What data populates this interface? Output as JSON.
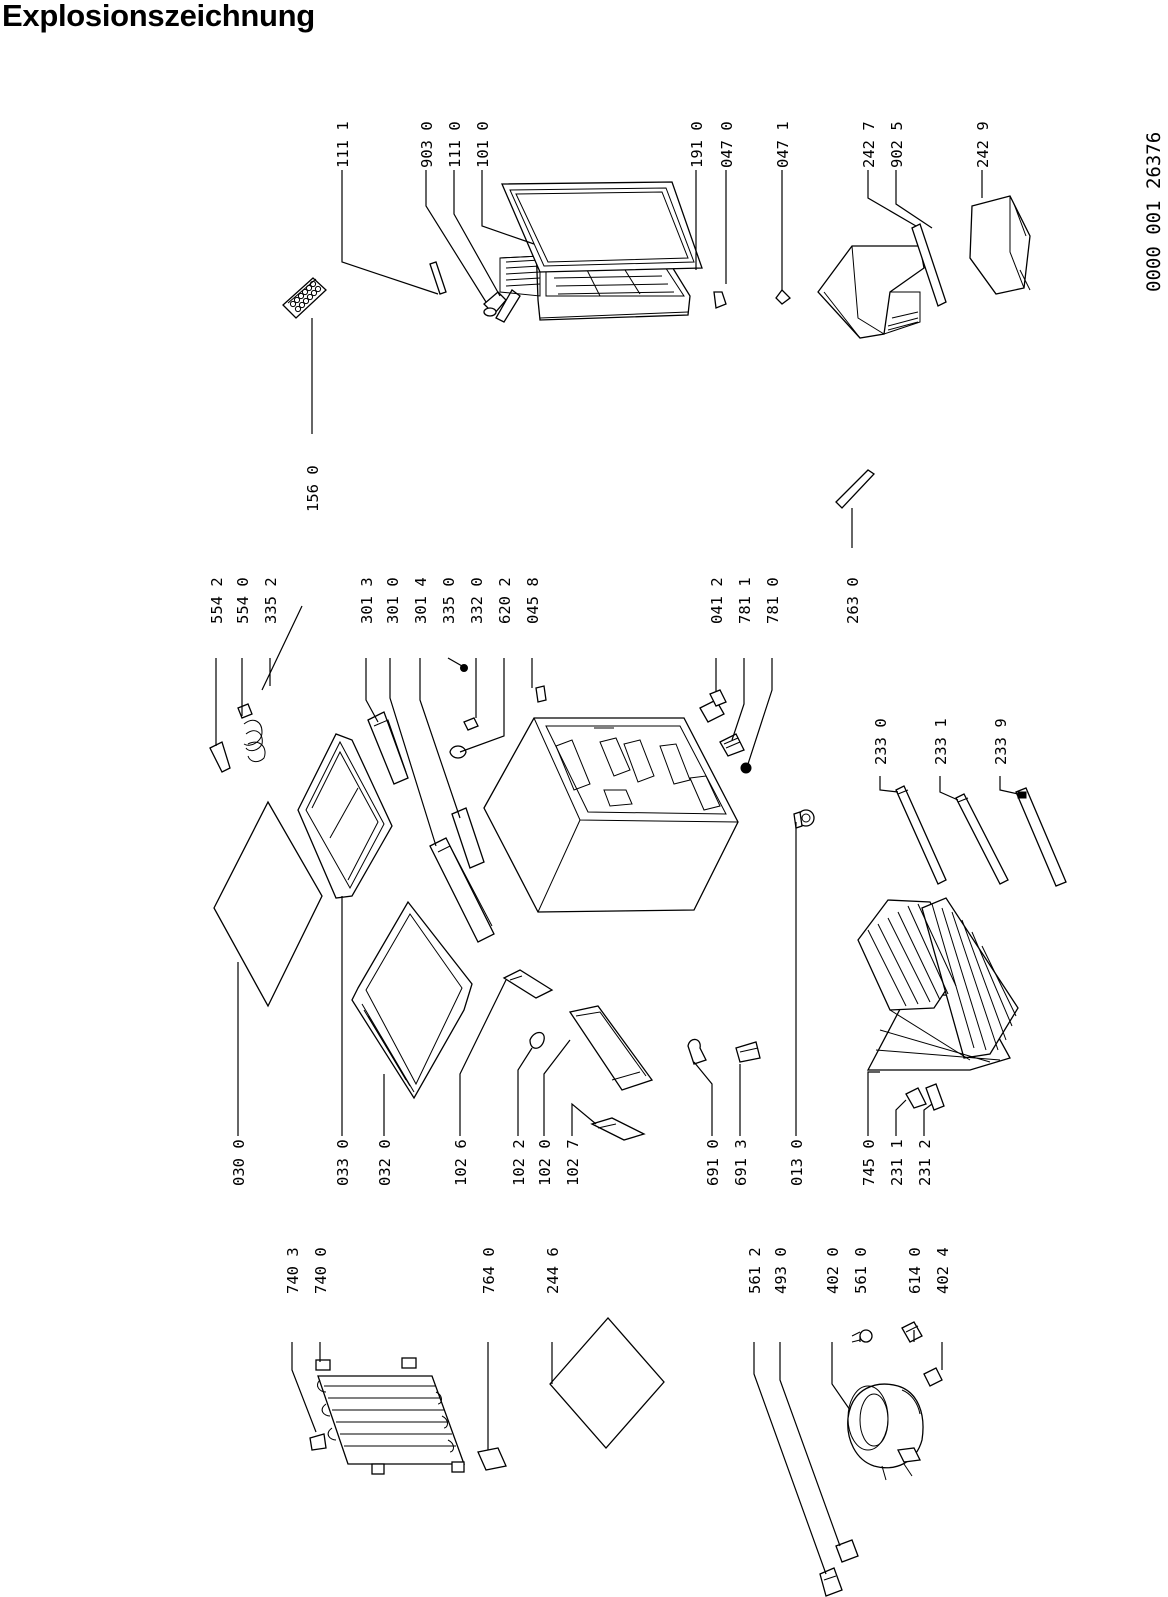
{
  "page": {
    "title": "Explosionszeichnung",
    "doc_number": "0000 001 26376"
  },
  "labels": [
    {
      "id": "l1111",
      "text": "111 1"
    },
    {
      "id": "l9030",
      "text": "903 0"
    },
    {
      "id": "l1110",
      "text": "111 0"
    },
    {
      "id": "l1010",
      "text": "101 0"
    },
    {
      "id": "l1910",
      "text": "191 0"
    },
    {
      "id": "l0470",
      "text": "047 0"
    },
    {
      "id": "l0471",
      "text": "047 1"
    },
    {
      "id": "l2427",
      "text": "242 7"
    },
    {
      "id": "l9025",
      "text": "902 5"
    },
    {
      "id": "l2429",
      "text": "242 9"
    },
    {
      "id": "l1560",
      "text": "156 0"
    },
    {
      "id": "l2630",
      "text": "263 0"
    },
    {
      "id": "l5542",
      "text": "554 2"
    },
    {
      "id": "l5540",
      "text": "554 0"
    },
    {
      "id": "l3352",
      "text": "335 2"
    },
    {
      "id": "l3013",
      "text": "301 3"
    },
    {
      "id": "l3010",
      "text": "301 0"
    },
    {
      "id": "l3014",
      "text": "301 4"
    },
    {
      "id": "l3350",
      "text": "335 0"
    },
    {
      "id": "l3320",
      "text": "332 0"
    },
    {
      "id": "l6202",
      "text": "620 2"
    },
    {
      "id": "l0458",
      "text": "045 8"
    },
    {
      "id": "l0412",
      "text": "041 2"
    },
    {
      "id": "l7811",
      "text": "781 1"
    },
    {
      "id": "l7810",
      "text": "781 0"
    },
    {
      "id": "l2330",
      "text": "233 0"
    },
    {
      "id": "l2331",
      "text": "233 1"
    },
    {
      "id": "l2339",
      "text": "233 9"
    },
    {
      "id": "l0300",
      "text": "030 0"
    },
    {
      "id": "l0330",
      "text": "033 0"
    },
    {
      "id": "l0320",
      "text": "032 0"
    },
    {
      "id": "l1026",
      "text": "102 6"
    },
    {
      "id": "l1022",
      "text": "102 2"
    },
    {
      "id": "l1020",
      "text": "102 0"
    },
    {
      "id": "l1027",
      "text": "102 7"
    },
    {
      "id": "l6910",
      "text": "691 0"
    },
    {
      "id": "l6913",
      "text": "691 3"
    },
    {
      "id": "l0130",
      "text": "013 0"
    },
    {
      "id": "l7450",
      "text": "745 0"
    },
    {
      "id": "l2311",
      "text": "231 1"
    },
    {
      "id": "l2312",
      "text": "231 2"
    },
    {
      "id": "l7403",
      "text": "740 3"
    },
    {
      "id": "l7400",
      "text": "740 0"
    },
    {
      "id": "l7640",
      "text": "764 0"
    },
    {
      "id": "l2446",
      "text": "244 6"
    },
    {
      "id": "l5612",
      "text": "561 2"
    },
    {
      "id": "l4930",
      "text": "493 0"
    },
    {
      "id": "l4020",
      "text": "402 0"
    },
    {
      "id": "l5610",
      "text": "561 0"
    },
    {
      "id": "l6140",
      "text": "614 0"
    },
    {
      "id": "l4024",
      "text": "402 4"
    }
  ]
}
